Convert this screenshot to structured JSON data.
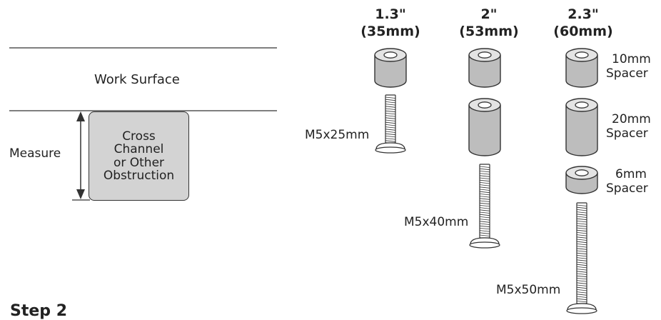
{
  "work_surface": {
    "label": "Work Surface"
  },
  "measure": {
    "label": "Measure"
  },
  "obstruction": {
    "lines": [
      "Cross",
      "Channel",
      "or Other",
      "Obstruction"
    ]
  },
  "columns": [
    {
      "header_in": "1.3\"",
      "header_mm": "(35mm)",
      "screw_label": "M5x25mm"
    },
    {
      "header_in": "2\"",
      "header_mm": "(53mm)",
      "screw_label": "M5x40mm"
    },
    {
      "header_in": "2.3\"",
      "header_mm": "(60mm)",
      "screw_label": "M5x50mm"
    }
  ],
  "spacers": [
    {
      "size": "10mm",
      "word": "Spacer"
    },
    {
      "size": "20mm",
      "word": "Spacer"
    },
    {
      "size": "6mm",
      "word": "Spacer"
    }
  ],
  "step": {
    "label": "Step 2"
  },
  "colors": {
    "spacer_fill": "#bdbdbd",
    "box_fill": "#d3d3d3",
    "stroke": "#333333"
  }
}
